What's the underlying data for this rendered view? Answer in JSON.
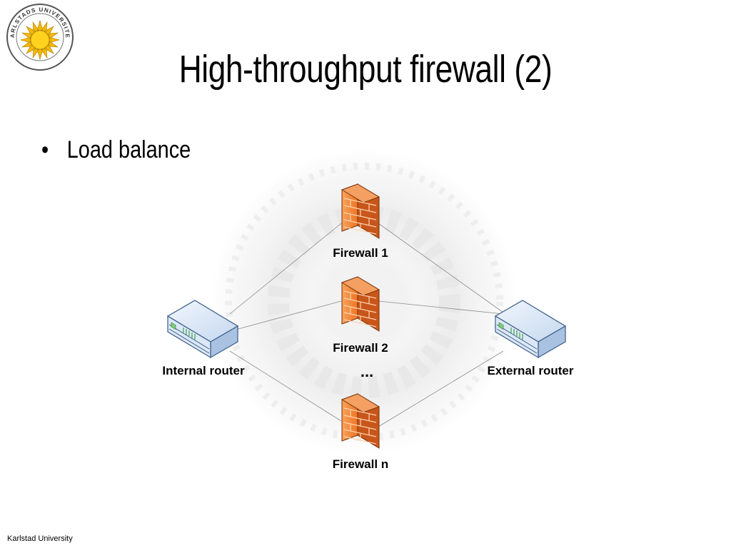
{
  "slide": {
    "logo_text": "KARLSTADS UNIVERSITET",
    "title": "High-throughput firewall (2)",
    "bullets": [
      "Load balance"
    ],
    "footer": "Karlstad University"
  },
  "diagram": {
    "firewalls": [
      {
        "label": "Firewall 1"
      },
      {
        "label": "Firewall 2"
      },
      {
        "label": "Firewall n"
      }
    ],
    "ellipsis": "...",
    "internal_router": "Internal router",
    "external_router": "External router"
  },
  "colors": {
    "firewall_orange": "#f07a2c",
    "router_blue": "#c9dcf2",
    "logo_yellow": "#ffd21f"
  }
}
